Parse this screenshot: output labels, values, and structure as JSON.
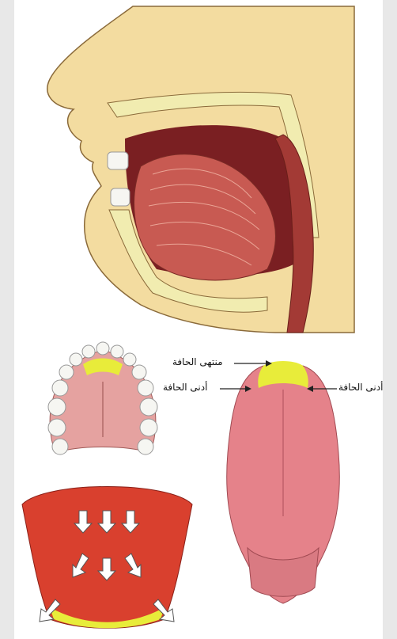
{
  "labels": {
    "tip": "منتهى الحافة",
    "edge_left": "أدنى الحافة",
    "edge_right": "أدنى الحافة"
  },
  "colors": {
    "skin": "#f3dca0",
    "bone": "#f1ecb0",
    "muscle": "#c85a52",
    "cavity": "#7a1f22",
    "tongue": "#e5828a",
    "highlight": "#e8ec3a",
    "teeth": "#f6f6f2"
  }
}
